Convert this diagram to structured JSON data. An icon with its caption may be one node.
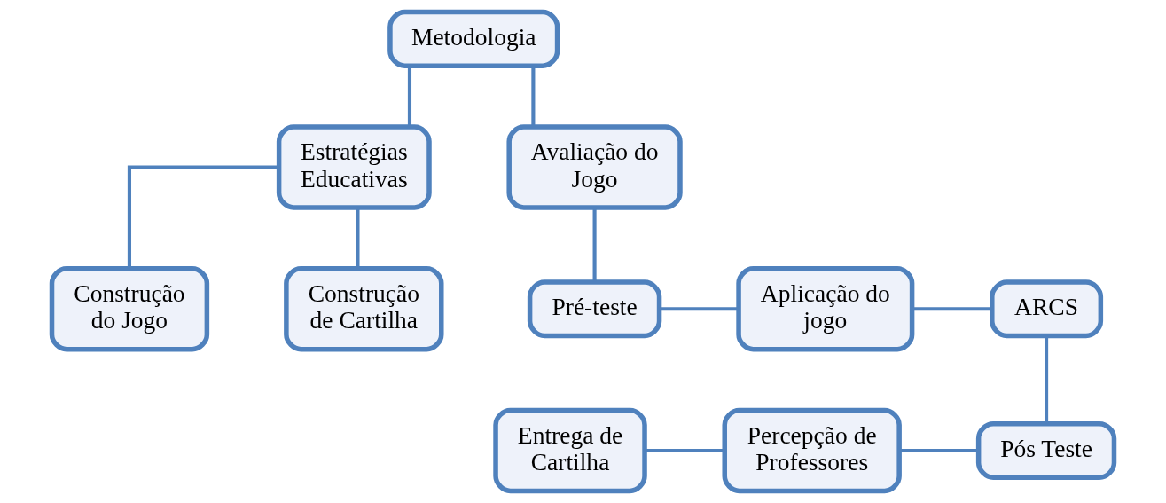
{
  "diagram": {
    "nodes": [
      {
        "text": [
          "Metodologia"
        ]
      },
      {
        "text": [
          "Estratégias Educativas"
        ]
      },
      {
        "text": [
          "Avaliação do Jogo"
        ]
      },
      {
        "text": [
          "Construção do Jogo"
        ]
      },
      {
        "text": [
          "Construção de Cartilha"
        ]
      },
      {
        "text": [
          "Pré-teste"
        ]
      },
      {
        "text": [
          "Aplicação do jogo"
        ]
      },
      {
        "text": [
          "ARCS"
        ]
      },
      {
        "text": [
          "Entrega de Cartilha"
        ]
      },
      {
        "text": [
          "Percepção de Professores"
        ]
      },
      {
        "text": [
          "Pós Teste"
        ]
      }
    ],
    "edges": [
      {
        "from": 0,
        "to": 1,
        "arrow": "none"
      },
      {
        "from": 0,
        "to": 2,
        "arrow": "none"
      },
      {
        "from": 1,
        "to": 3,
        "arrow": "none"
      },
      {
        "from": 1,
        "to": 4,
        "arrow": "none"
      },
      {
        "from": 2,
        "to": 5,
        "arrow": "none"
      },
      {
        "from": 5,
        "to": 6,
        "arrow": "none"
      },
      {
        "from": 6,
        "to": 7,
        "arrow": "none"
      },
      {
        "from": 7,
        "to": 10,
        "arrow": "none"
      },
      {
        "from": 10,
        "to": 9,
        "arrow": "none"
      },
      {
        "from": 9,
        "to": 8,
        "arrow": "none"
      }
    ]
  }
}
